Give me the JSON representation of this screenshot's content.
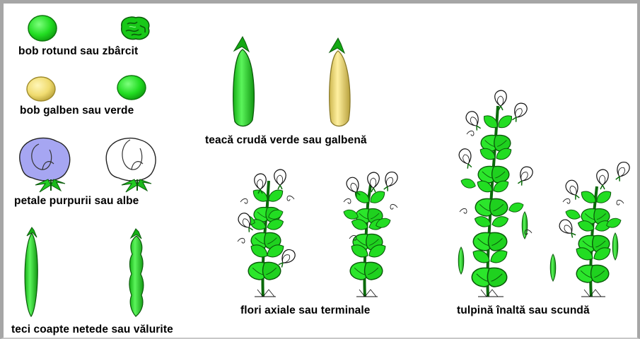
{
  "labels": {
    "seed_shape": "bob rotund sau zbârcit",
    "seed_color": "bob galben sau verde",
    "petal_color": "petale purpurii sau albe",
    "ripe_pod": "teci coapte netede sau vălurite",
    "unripe_pod": "teacă crudă verde sau galbenă",
    "flower_position": "flori axiale sau terminale",
    "stem_height": "tulpină înaltă sau scundă"
  },
  "colors": {
    "green": "#22dd22",
    "dark_green": "#0a6a0a",
    "yellow": "#f0dc70",
    "purple": "#a6a6f2",
    "white": "#ffffff",
    "frame": "#a6a6a6"
  },
  "icons": {
    "round_seed": "round-green-seed",
    "wrinkled_seed": "wrinkled-green-seed",
    "yellow_seed": "yellow-seed",
    "green_seed": "green-seed",
    "purple_flower": "purple-pea-flower",
    "white_flower": "white-pea-flower",
    "smooth_pod": "smooth-pod",
    "constricted_pod": "constricted-pod",
    "green_unripe_pod": "green-unripe-pod",
    "yellow_unripe_pod": "yellow-unripe-pod",
    "axial_plant": "axial-flower-plant",
    "terminal_plant": "terminal-flower-plant",
    "tall_plant": "tall-pea-plant",
    "short_plant": "short-pea-plant"
  }
}
